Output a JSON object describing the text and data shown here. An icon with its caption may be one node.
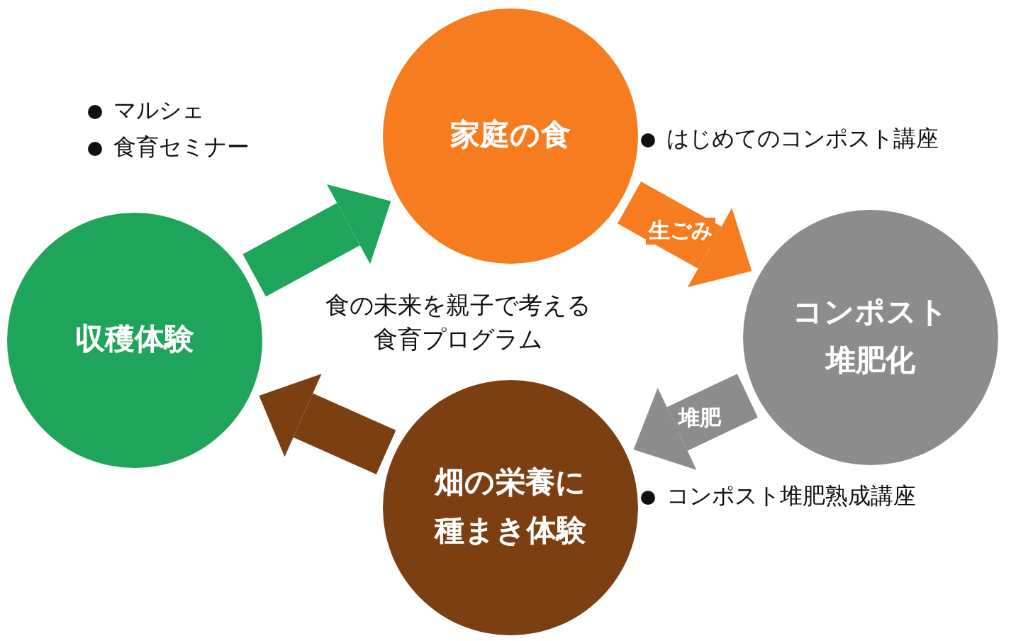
{
  "diagram": {
    "nodes": [
      {
        "text": [
          "収穫体験"
        ]
      },
      {
        "text": [
          "家庭の食"
        ]
      },
      {
        "text": [
          "コンポスト堆肥化"
        ]
      },
      {
        "text": [
          "畑の栄養に種まき体験"
        ]
      }
    ],
    "edges": [
      {
        "from": 0,
        "to": 1,
        "arrow": "to",
        "color": "#1fa55a"
      },
      {
        "from": 1,
        "to": 2,
        "arrow": "to",
        "color": "#f77c1f",
        "label": "生ごみ"
      },
      {
        "from": 2,
        "to": 3,
        "arrow": "to",
        "color": "#8c8c8c",
        "label": "堆肥"
      },
      {
        "from": 3,
        "to": 0,
        "arrow": "to",
        "color": "#7b3f12"
      }
    ],
    "labels": [
      "マルシェ",
      "食育セミナー",
      "はじめてのコンポスト講座",
      "食の未来を親子で考える食育プログラム",
      "コンポスト堆肥熟成講座"
    ]
  }
}
